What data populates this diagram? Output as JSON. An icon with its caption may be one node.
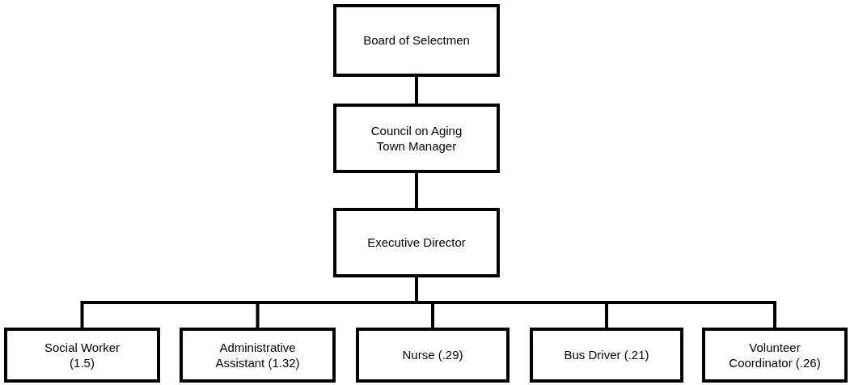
{
  "diagram": {
    "nodes": [
      {
        "text": [
          "Board of Selectmen"
        ]
      },
      {
        "text": [
          "Council on Aging Town Manager"
        ]
      },
      {
        "text": [
          "Executive Director"
        ]
      },
      {
        "text": [
          "Social Worker (1.5)"
        ]
      },
      {
        "text": [
          "Administrative Assistant (1.32)"
        ]
      },
      {
        "text": [
          "Nurse (.29)"
        ]
      },
      {
        "text": [
          "Bus Driver (.21)"
        ]
      },
      {
        "text": [
          "Volunteer Coordinator (.26)"
        ]
      }
    ],
    "edges": [
      {
        "from": 0,
        "to": 1,
        "arrow": "none"
      },
      {
        "from": 1,
        "to": 2,
        "arrow": "none"
      },
      {
        "from": 2,
        "to": 3,
        "arrow": "none"
      },
      {
        "from": 2,
        "to": 4,
        "arrow": "none"
      },
      {
        "from": 2,
        "to": 5,
        "arrow": "none"
      },
      {
        "from": 2,
        "to": 6,
        "arrow": "none"
      },
      {
        "from": 2,
        "to": 7,
        "arrow": "none"
      }
    ]
  }
}
